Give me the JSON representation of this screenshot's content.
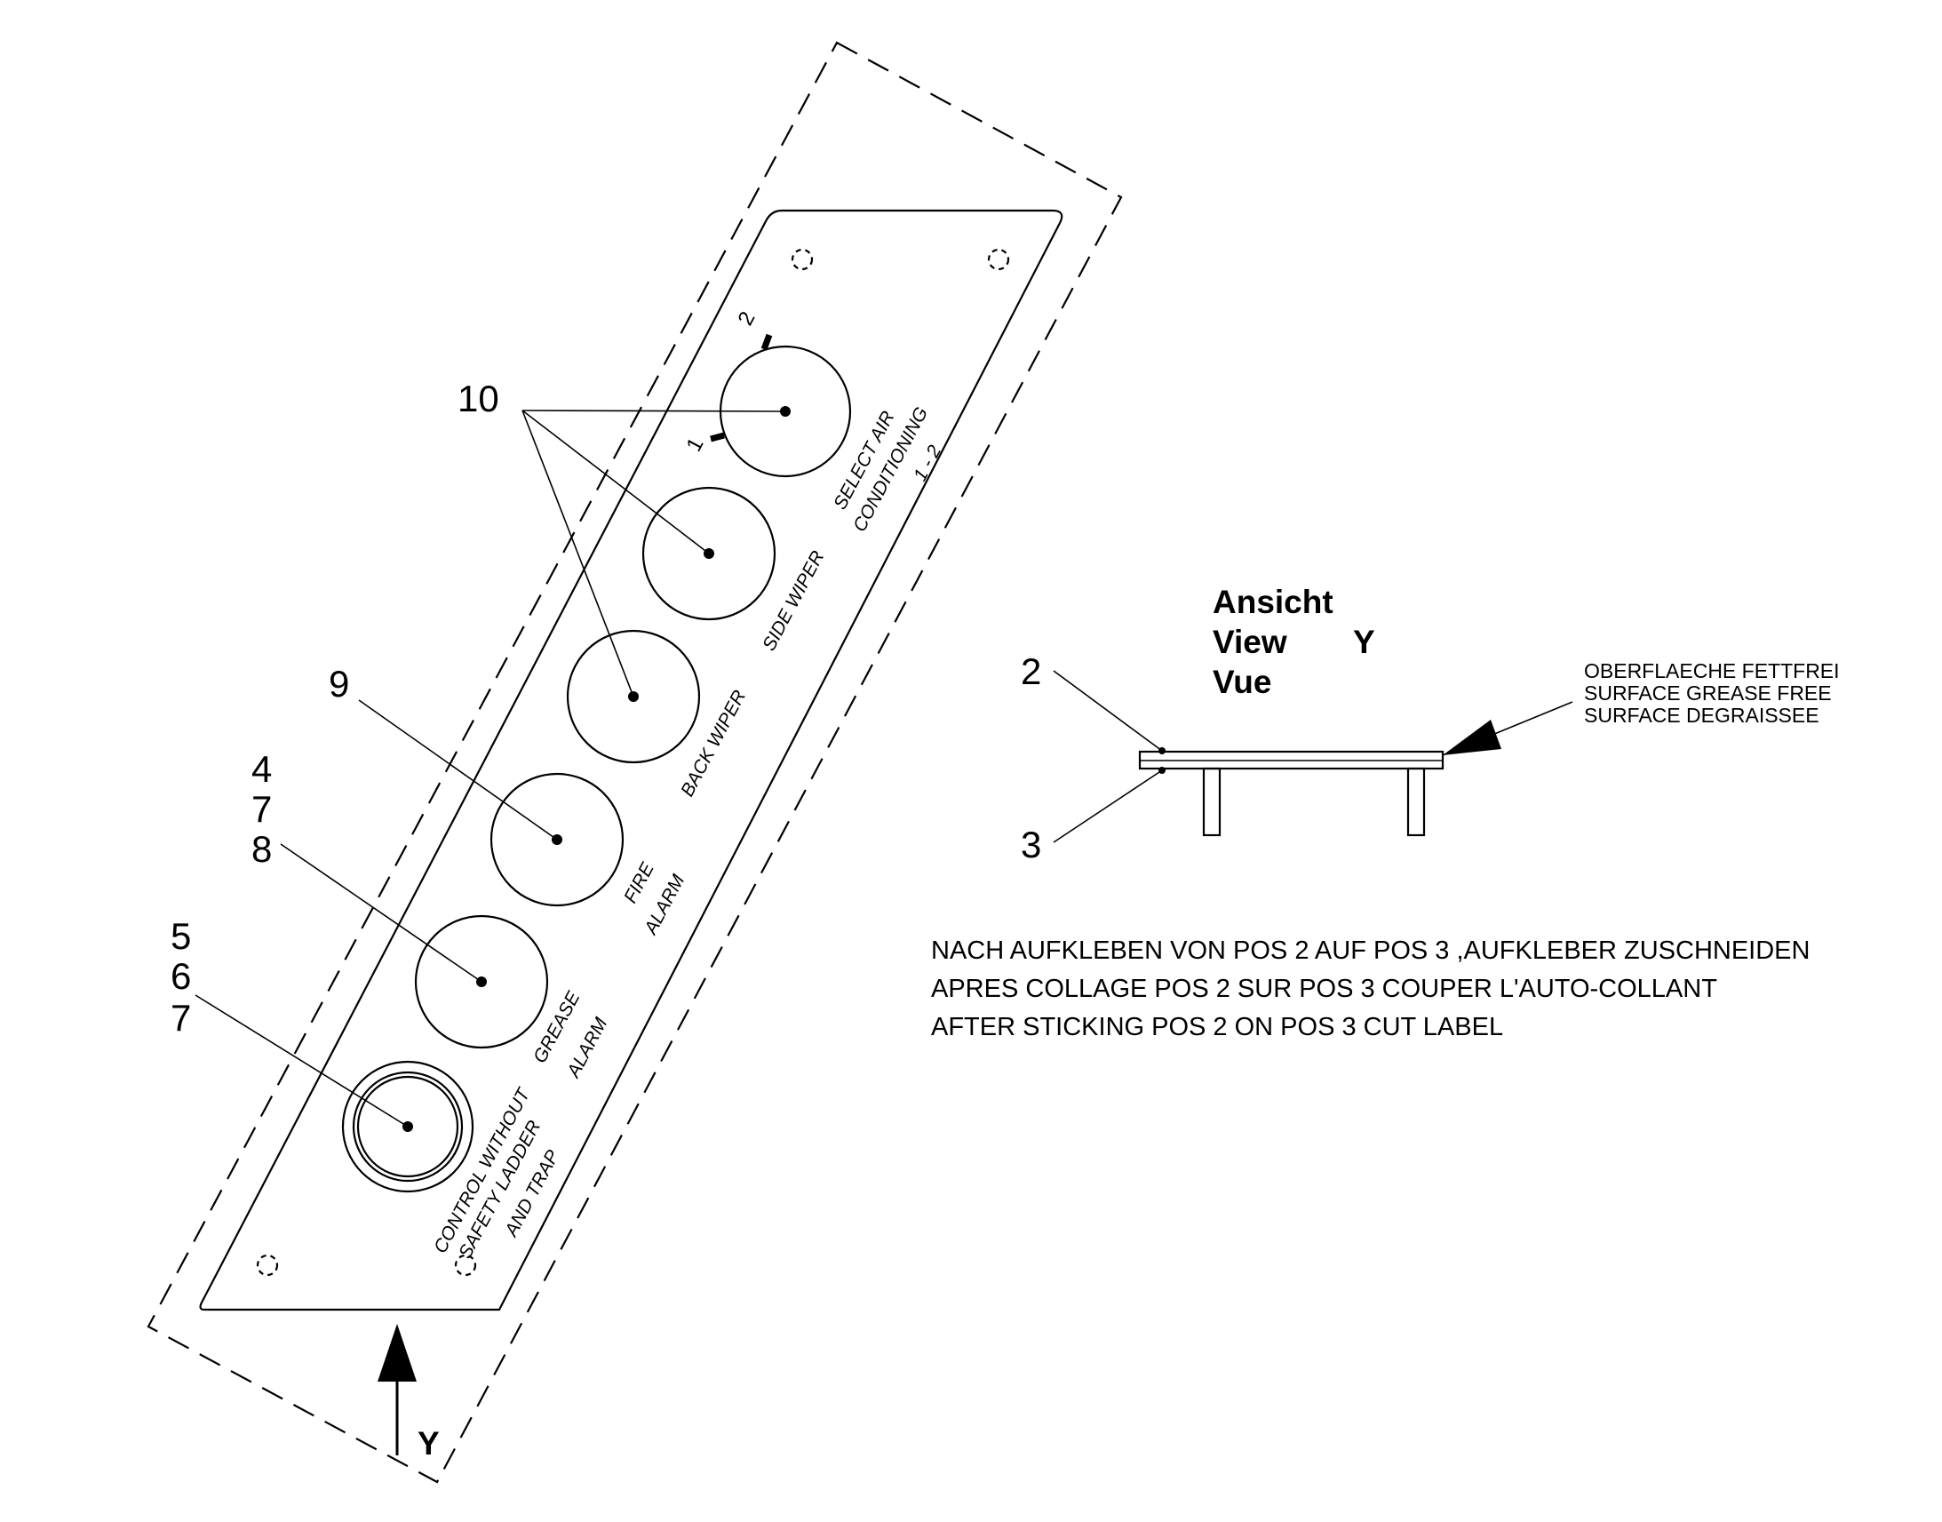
{
  "panel": {
    "knob_labels": {
      "selector_1": "1",
      "selector_2": "2",
      "air_line1": "SELECT AIR",
      "air_line2": "CONDITIONING",
      "air_line3": "1 - 2",
      "side_wiper": "SIDE WIPER",
      "back_wiper": "BACK WIPER",
      "fire_line1": "FIRE",
      "fire_line2": "ALARM",
      "grease_line1": "GREASE",
      "grease_line2": "ALARM",
      "control_line1": "CONTROL WITHOUT",
      "control_line2": "SAFETY LADDER",
      "control_line3": "AND TRAP"
    },
    "view_arrow_label": "Y"
  },
  "callouts": {
    "c10": "10",
    "c9": "9",
    "c4": "4",
    "c7a": "7",
    "c8": "8",
    "c5": "5",
    "c6": "6",
    "c7b": "7"
  },
  "view": {
    "line1": "Ansicht",
    "line2": "View",
    "line3": "Vue",
    "letter": "Y",
    "pos2": "2",
    "pos3": "3",
    "surface_note": [
      "OBERFLAECHE FETTFREI",
      "SURFACE GREASE FREE",
      "SURFACE DEGRAISSEE"
    ]
  },
  "instructions": [
    "NACH AUFKLEBEN VON POS 2 AUF POS 3 ,AUFKLEBER ZUSCHNEIDEN",
    "APRES COLLAGE POS 2 SUR POS 3 COUPER L'AUTO-COLLANT",
    "AFTER STICKING POS 2 ON POS 3 CUT LABEL"
  ]
}
